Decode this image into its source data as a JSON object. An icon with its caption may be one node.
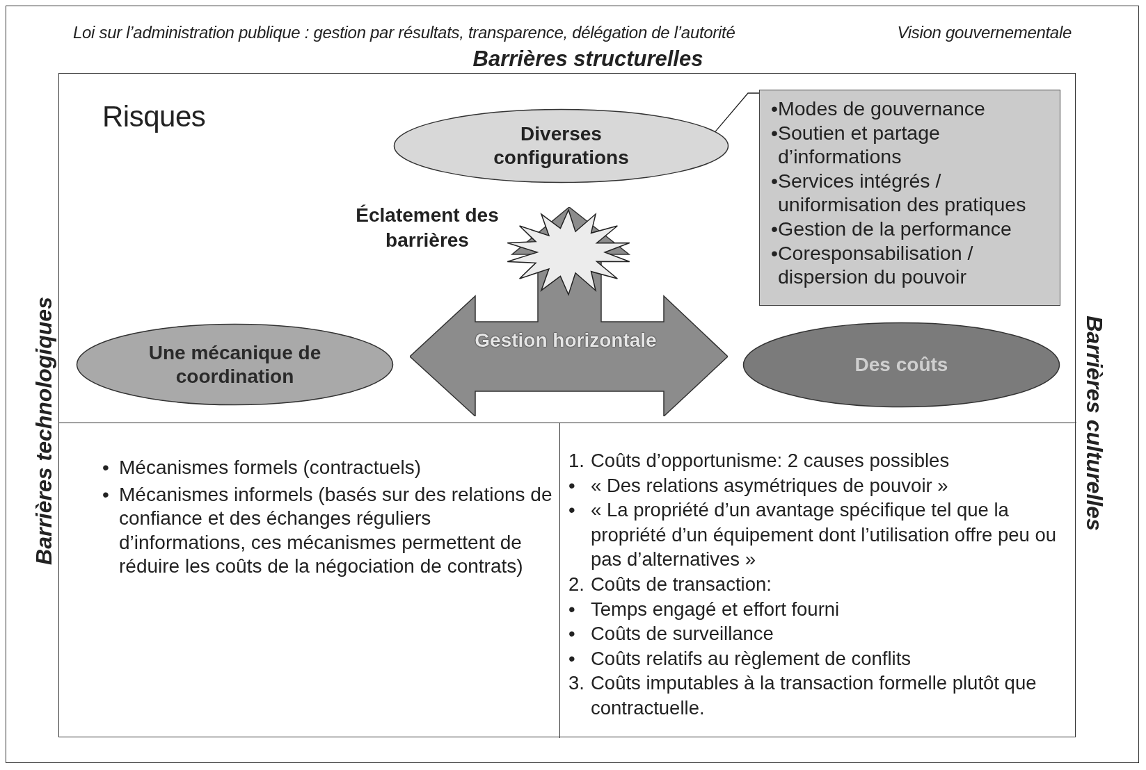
{
  "diagram": {
    "nodes": [
      {
        "text": [
          "Risques"
        ]
      },
      {
        "text": [
          "Diverses configurations"
        ],
        "in": 0
      },
      {
        "text": [
          "•Modes de gouvernance",
          "•Soutien et partage d’informations",
          "•Services intégrés / uniformisation des pratiques",
          "•Gestion de la performance",
          "•Coresponsabilisation / dispersion du pouvoir"
        ],
        "in": 0
      },
      {
        "text": [
          "Gestion horizontale"
        ],
        "in": 0
      },
      {
        "text": [],
        "shape": "starburst",
        "in": 3
      },
      {
        "text": [
          "Une mécanique de coordination"
        ],
        "in": 0
      },
      {
        "text": [
          "Des coûts"
        ],
        "in": 0
      },
      {
        "text": [
          "• Mécanismes formels (contractuels)",
          "• Mécanismes informels (basés sur des relations de confiance et des échanges réguliers d’informations, ces mécanismes permettent de réduire les coûts de la négociation de contrats)"
        ],
        "in": 0
      },
      {
        "text": [
          "1. Coûts d’opportunisme: 2 causes possibles",
          "• « Des relations asymétriques de pouvoir »",
          "• « La propriété d’un avantage spécifique tel que la propriété d’un équipement dont l’utilisation offre peu ou pas d’alternatives »",
          "2. Coûts de transaction:",
          "• Temps engagé et effort fourni",
          "• Coûts de surveillance",
          "• Coûts relatifs au règlement de conflits",
          "3. Coûts imputables à la transaction formelle plutôt que contractuelle."
        ],
        "in": 0
      }
    ],
    "edges": [
      {
        "from": 2,
        "to": 1,
        "arrow": "none"
      }
    ],
    "labels": [
      "Loi sur l’administration publique : gestion par résultats, transparence, délégation de l’autorité",
      "Vision gouvernementale",
      "Barrières structurelles",
      "Éclatement des barrières",
      "Barrières technologiques",
      "Barrières culturelles"
    ]
  }
}
